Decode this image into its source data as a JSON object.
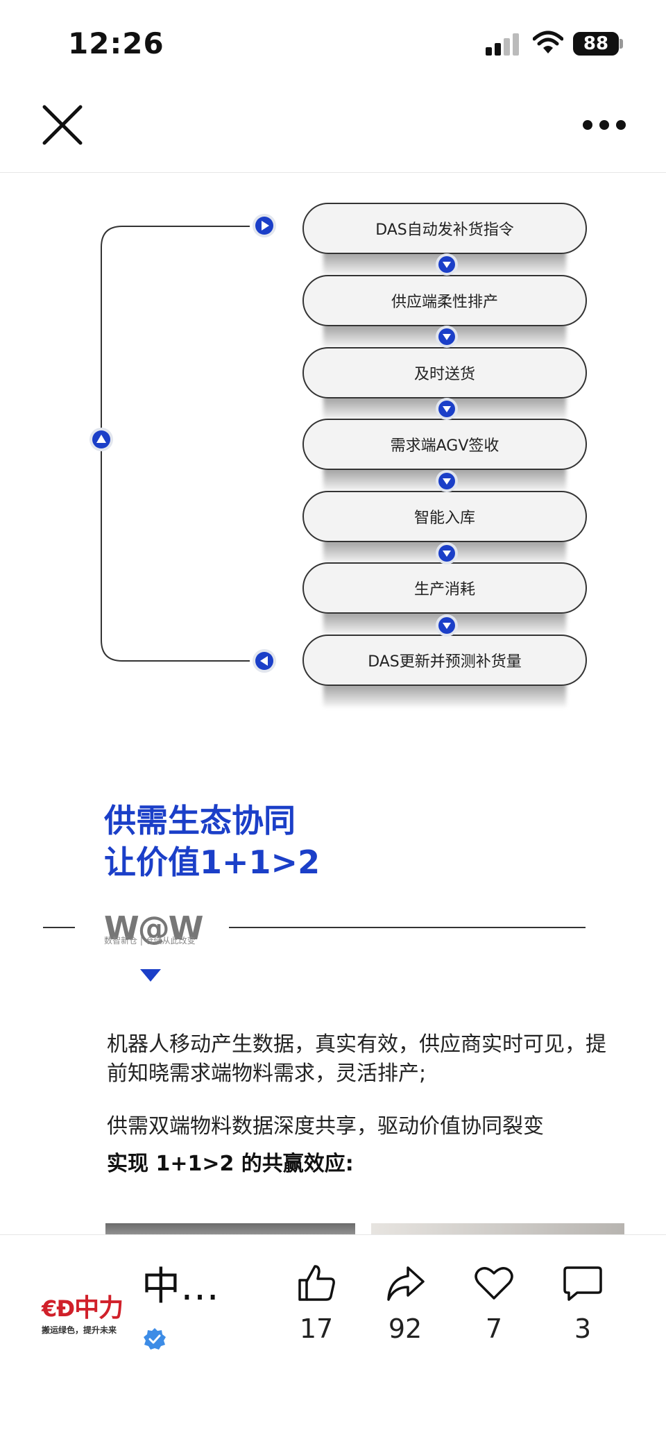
{
  "status_bar": {
    "time": "12:26",
    "battery": "88"
  },
  "flow": {
    "steps": [
      "DAS自动发补货指令",
      "供应端柔性排产",
      "及时送货",
      "需求端AGV签收",
      "智能入库",
      "生产消耗",
      "DAS更新并预测补货量"
    ],
    "accent_color": "#1b3fc8"
  },
  "article": {
    "headline_line1": "供需生态协同",
    "headline_line2": "让价值1+1>2",
    "brand_logo": "W@W",
    "brand_tagline": "数智新仓 | 仓储从此改变",
    "paragraph1": "机器人移动产生数据，真实有效，供应商实时可见，提前知晓需求端物料需求，灵活排产;",
    "paragraph2": "供需双端物料数据深度共享，驱动价值协同裂变",
    "paragraph3": "实现 1+1>2 的共赢效应:"
  },
  "bottom_bar": {
    "publisher_logo_text": "中力",
    "publisher_logo_tagline": "搬运绿色，提升未来",
    "publisher_name": "中…",
    "likes": "17",
    "shares": "92",
    "favorites": "7",
    "comments": "3"
  }
}
